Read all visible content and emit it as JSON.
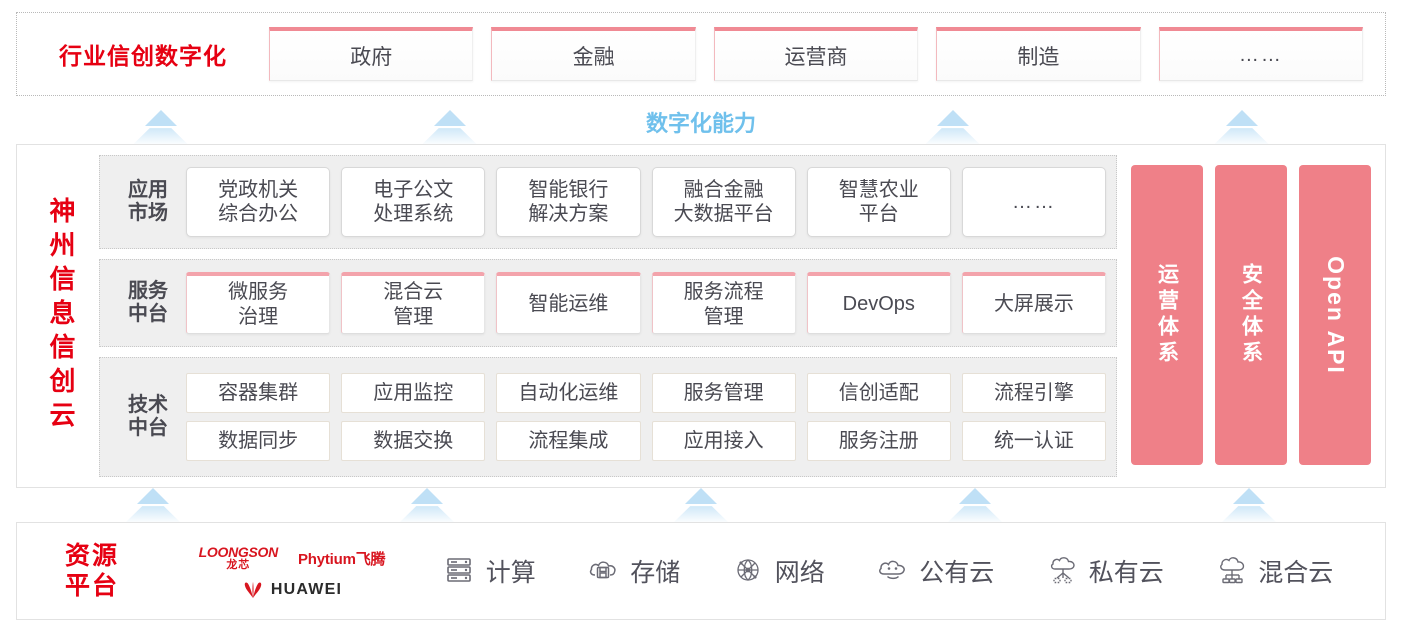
{
  "industry": {
    "title": "行业信创数字化",
    "cards": [
      {
        "label": "政府",
        "name": "industry-card-government"
      },
      {
        "label": "金融",
        "name": "industry-card-finance"
      },
      {
        "label": "运营商",
        "name": "industry-card-carrier"
      },
      {
        "label": "制造",
        "name": "industry-card-manufacturing"
      },
      {
        "label": "……",
        "name": "industry-card-more"
      }
    ]
  },
  "arrows": {
    "top_label": "数字化能力",
    "top_count": 4,
    "bottom_count": 5
  },
  "cloud": {
    "title": "神州信息信创云",
    "layers": [
      {
        "name": "application-market",
        "label_line1": "应用",
        "label_line2": "市场",
        "cards": [
          {
            "label": "党政机关\n综合办公",
            "name": "card-party-government-office"
          },
          {
            "label": "电子公文\n处理系统",
            "name": "card-electronic-document-system"
          },
          {
            "label": "智能银行\n解决方案",
            "name": "card-smart-bank-solution"
          },
          {
            "label": "融合金融\n大数据平台",
            "name": "card-fintech-bigdata-platform"
          },
          {
            "label": "智慧农业\n平台",
            "name": "card-smart-agriculture-platform"
          },
          {
            "label": "……",
            "name": "card-more"
          }
        ]
      },
      {
        "name": "service-platform",
        "label_line1": "服务",
        "label_line2": "中台",
        "cards": [
          {
            "label": "微服务\n治理",
            "name": "card-microservice-governance"
          },
          {
            "label": "混合云\n管理",
            "name": "card-hybrid-cloud-management"
          },
          {
            "label": "智能运维",
            "name": "card-intelligent-operations"
          },
          {
            "label": "服务流程\n管理",
            "name": "card-service-process-management"
          },
          {
            "label": "DevOps",
            "name": "card-devops"
          },
          {
            "label": "大屏展示",
            "name": "card-large-screen-display"
          }
        ]
      },
      {
        "name": "technology-platform",
        "label_line1": "技术",
        "label_line2": "中台",
        "rows": [
          [
            {
              "label": "容器集群",
              "name": "card-container-cluster"
            },
            {
              "label": "应用监控",
              "name": "card-application-monitoring"
            },
            {
              "label": "自动化运维",
              "name": "card-automated-operations"
            },
            {
              "label": "服务管理",
              "name": "card-service-management"
            },
            {
              "label": "信创适配",
              "name": "card-xinchuang-adaptation"
            },
            {
              "label": "流程引擎",
              "name": "card-process-engine"
            }
          ],
          [
            {
              "label": "数据同步",
              "name": "card-data-sync"
            },
            {
              "label": "数据交换",
              "name": "card-data-exchange"
            },
            {
              "label": "流程集成",
              "name": "card-process-integration"
            },
            {
              "label": "应用接入",
              "name": "card-application-access"
            },
            {
              "label": "服务注册",
              "name": "card-service-registry"
            },
            {
              "label": "统一认证",
              "name": "card-unified-authentication"
            }
          ]
        ]
      }
    ],
    "pillars": [
      {
        "label": "运营体系",
        "type": "cn",
        "name": "pillar-operations-system"
      },
      {
        "label": "安全体系",
        "type": "cn",
        "name": "pillar-security-system"
      },
      {
        "label": "Open API",
        "type": "en",
        "name": "pillar-open-api"
      }
    ]
  },
  "resource": {
    "title_line1": "资源",
    "title_line2": "平台",
    "vendors": [
      {
        "en": "LOONGSON",
        "cn": "龙芯",
        "name": "logo-loongson"
      },
      {
        "en": "Phytium飞腾",
        "name": "logo-phytium"
      },
      {
        "en": "HUAWEI",
        "name": "logo-huawei"
      }
    ],
    "items": [
      {
        "label": "计算",
        "icon": "server-icon",
        "name": "resource-item-compute"
      },
      {
        "label": "存储",
        "icon": "cloud-storage-icon",
        "name": "resource-item-storage"
      },
      {
        "label": "网络",
        "icon": "network-icon",
        "name": "resource-item-network"
      },
      {
        "label": "公有云",
        "icon": "public-cloud-icon",
        "name": "resource-item-public-cloud"
      },
      {
        "label": "私有云",
        "icon": "private-cloud-icon",
        "name": "resource-item-private-cloud"
      },
      {
        "label": "混合云",
        "icon": "hybrid-cloud-icon",
        "name": "resource-item-hybrid-cloud"
      }
    ]
  },
  "colors": {
    "brand_red": "#e60012",
    "pillar_pink": "#ef8088",
    "card_accent_pink": "#f3a3ab",
    "arrow_blue": "#bfe0f6",
    "arrow_label_blue": "#6fc0ec",
    "layer_bg": "#efefef"
  }
}
